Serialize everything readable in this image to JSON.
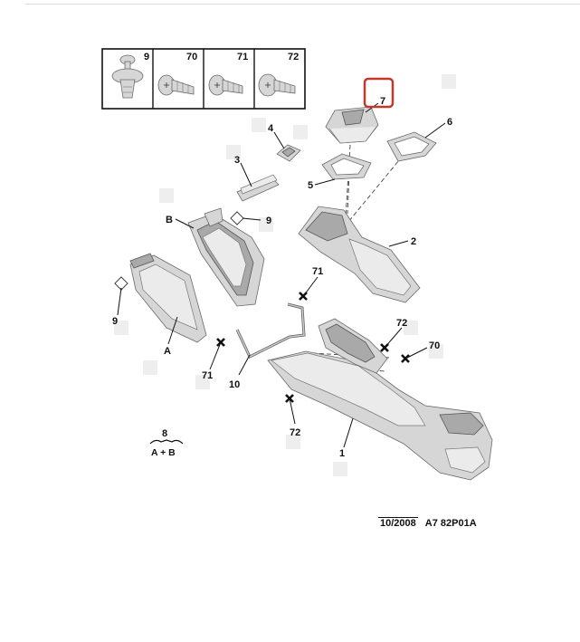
{
  "fasteners": [
    {
      "ref": "9"
    },
    {
      "ref": "70"
    },
    {
      "ref": "71"
    },
    {
      "ref": "72"
    }
  ],
  "highlighted_ref": "7",
  "callouts": {
    "c7": "7",
    "c6": "6",
    "c4": "4",
    "c3": "3",
    "c5": "5",
    "cB": "B",
    "c9a": "9",
    "c2": "2",
    "c71a": "71",
    "c9b": "9",
    "cA": "A",
    "c72a": "72",
    "c70": "70",
    "c71b": "71",
    "c10": "10",
    "c72b": "72",
    "c1": "1"
  },
  "group_label": {
    "ref": "8",
    "text": "A + B"
  },
  "footer": {
    "date": "10/2008",
    "code": "A7 82P01A"
  }
}
